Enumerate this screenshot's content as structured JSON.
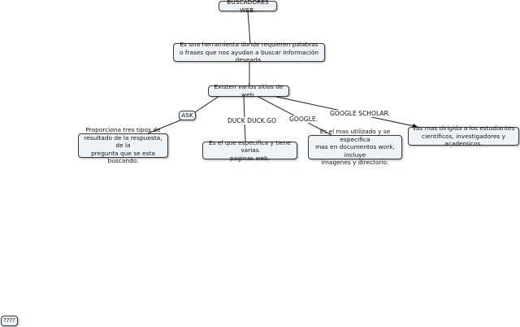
{
  "nodes": {
    "root": "BUSCADORES WEB.",
    "definition": "Es una herramienta donde requieren palabras\no frases que nos ayudan a buscar información deseada.",
    "sites": "Existen varios sitios de web.",
    "ask_box": "ASK",
    "ask_desc": "Proporciona tres tipos de\nresultado de la respuesta, de la\npregunta que se esta buscando.",
    "duck_desc": "Es el que especifica y tiene varias\npaginas web.",
    "google_desc": "Es el mas utilizado y se especifica\nmas en documentos work, incluye\nimagenes y directorio.",
    "scholar_desc": "Vas mas dirigida a los estudiantes\ncientificos, investigadores y academicos.",
    "unknown": "????"
  },
  "link_labels": {
    "duck": "DUCK DUCK.GO",
    "google": "GOOGLE.",
    "scholar": "GOOGLE SCHOLAR."
  }
}
